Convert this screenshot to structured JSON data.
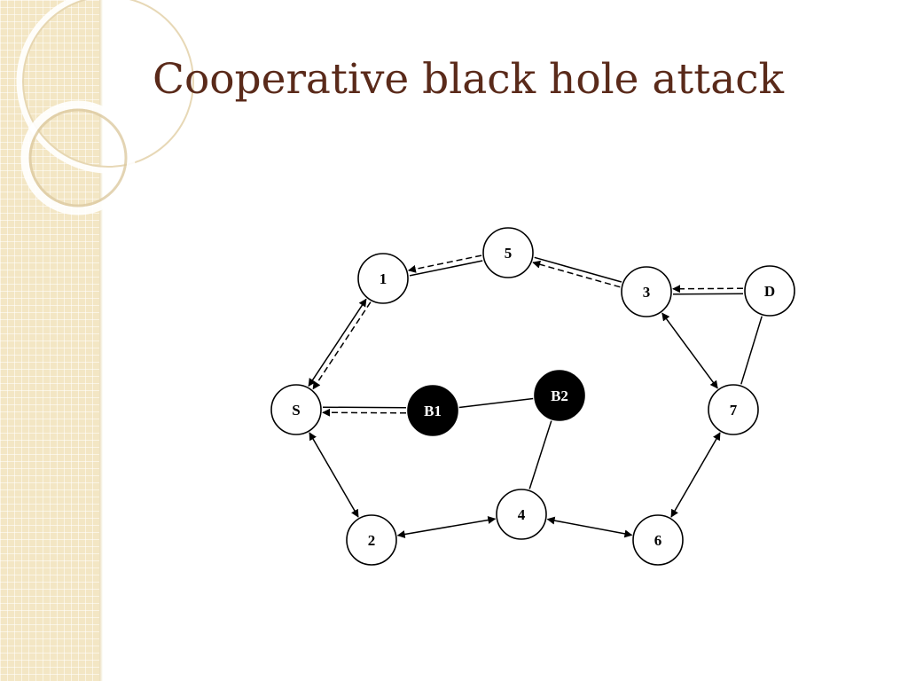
{
  "slide": {
    "title": "Cooperative black hole attack"
  },
  "diagram": {
    "nodes": [
      {
        "id": "S",
        "label": "S",
        "malicious": false
      },
      {
        "id": "1",
        "label": "1",
        "malicious": false
      },
      {
        "id": "5",
        "label": "5",
        "malicious": false
      },
      {
        "id": "3",
        "label": "3",
        "malicious": false
      },
      {
        "id": "D",
        "label": "D",
        "malicious": false
      },
      {
        "id": "7",
        "label": "7",
        "malicious": false
      },
      {
        "id": "6",
        "label": "6",
        "malicious": false
      },
      {
        "id": "4",
        "label": "4",
        "malicious": false
      },
      {
        "id": "2",
        "label": "2",
        "malicious": false
      },
      {
        "id": "B1",
        "label": "B1",
        "malicious": true
      },
      {
        "id": "B2",
        "label": "B2",
        "malicious": true
      }
    ],
    "edges": [
      {
        "from": "S",
        "to": "1",
        "style": "solid",
        "arrows": "both"
      },
      {
        "from": "1",
        "to": "S",
        "style": "dashed",
        "arrows": "end"
      },
      {
        "from": "5",
        "to": "1",
        "style": "solid",
        "arrows": "none"
      },
      {
        "from": "5",
        "to": "1",
        "style": "dashed",
        "arrows": "end"
      },
      {
        "from": "3",
        "to": "5",
        "style": "solid",
        "arrows": "none"
      },
      {
        "from": "3",
        "to": "5",
        "style": "dashed",
        "arrows": "end"
      },
      {
        "from": "D",
        "to": "3",
        "style": "solid",
        "arrows": "none"
      },
      {
        "from": "D",
        "to": "3",
        "style": "dashed",
        "arrows": "end"
      },
      {
        "from": "D",
        "to": "7",
        "style": "solid",
        "arrows": "none"
      },
      {
        "from": "3",
        "to": "7",
        "style": "solid",
        "arrows": "both"
      },
      {
        "from": "7",
        "to": "6",
        "style": "solid",
        "arrows": "both"
      },
      {
        "from": "6",
        "to": "4",
        "style": "solid",
        "arrows": "both"
      },
      {
        "from": "4",
        "to": "2",
        "style": "solid",
        "arrows": "both"
      },
      {
        "from": "2",
        "to": "S",
        "style": "solid",
        "arrows": "both"
      },
      {
        "from": "B1",
        "to": "S",
        "style": "solid",
        "arrows": "none"
      },
      {
        "from": "B1",
        "to": "S",
        "style": "dashed",
        "arrows": "end"
      },
      {
        "from": "B1",
        "to": "B2",
        "style": "solid",
        "arrows": "none"
      },
      {
        "from": "B2",
        "to": "4",
        "style": "solid",
        "arrows": "none"
      }
    ]
  },
  "colors": {
    "title": "#5a2a1a",
    "node_fill": "#ffffff",
    "malicious_fill": "#000000",
    "stroke": "#000000",
    "sidebar": "#f3e6c4"
  }
}
